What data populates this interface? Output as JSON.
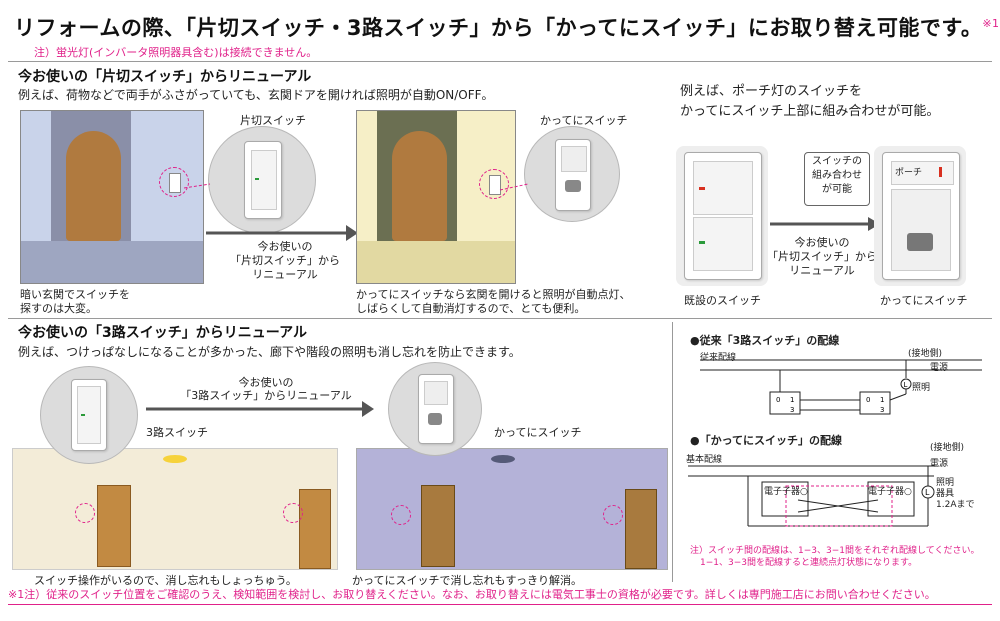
{
  "header": {
    "title": "リフォームの際、「片切スイッチ・3路スイッチ」から「かってにスイッチ」にお取り替え可能です。",
    "title_mark": "※1",
    "note": "注）蛍光灯(インバータ照明器具含む)は接続できません。"
  },
  "section1": {
    "title": "今お使いの「片切スイッチ」からリニューアル",
    "desc": "例えば、荷物などで両手がふさがっていても、玄関ドアを開ければ照明が自動ON/OFF。",
    "switch_label": "片切スイッチ",
    "arrow_lines": [
      "今お使いの",
      "「片切スイッチ」から",
      "リニューアル"
    ],
    "katteni_label": "かってにスイッチ",
    "cap_before": [
      "暗い玄関でスイッチを",
      "探すのは大変。"
    ],
    "cap_after": [
      "かってにスイッチなら玄関を開けると照明が自動点灯、",
      "しばらくして自動消灯するので、とても便利。"
    ]
  },
  "porch": {
    "desc": [
      "例えば、ポーチ灯のスイッチを",
      "かってにスイッチ上部に組み合わせが可能。"
    ],
    "bubble": [
      "スイッチの",
      "組み合わせ",
      "が可能"
    ],
    "arrow_lines": [
      "今お使いの",
      "「片切スイッチ」から",
      "リニューアル"
    ],
    "existing_label": "既設のスイッチ",
    "katteni_label": "かってにスイッチ",
    "porch_tag": "ポーチ"
  },
  "section2": {
    "title": "今お使いの「3路スイッチ」からリニューアル",
    "desc": "例えば、つけっぱなしになることが多かった、廊下や階段の照明も消し忘れを防止できます。",
    "arrow_lines": [
      "今お使いの",
      "「3路スイッチ」からリニューアル"
    ],
    "switch_label": "3路スイッチ",
    "katteni_label": "かってにスイッチ",
    "cap_before": "スイッチ操作がいるので、消し忘れもしょっちゅう。",
    "cap_after": "かってにスイッチで消し忘れもすっきり解消。"
  },
  "wiring": {
    "conv_title": "●従来「3路スイッチ」の配線",
    "conv_wiring": "従来配線",
    "ground": "(接地側)",
    "power": "電源",
    "light": "照明",
    "lamp_symbol": "L",
    "terminal_labels": [
      "0",
      "1",
      "3",
      "0",
      "1",
      "3"
    ],
    "katteni_title": "●「かってにスイッチ」の配線",
    "basic_wiring": "基本配線",
    "ground2": "(接地側)",
    "power2": "電源",
    "child_label_1": "電子子器○",
    "child_label_2": "電子子器○",
    "fixture": [
      "照明",
      "器具",
      "1.2Aまで"
    ],
    "note": [
      "注）スイッチ間の配線は、1−3、3−1間をそれぞれ配線してください。",
      "1−1、3−3間を配線すると連続点灯状態になります。"
    ]
  },
  "footnote": "※1注）従来のスイッチ位置をご確認のうえ、検知範囲を検討し、お取り替えください。なお、お取り替えには電気工事士の資格が必要です。詳しくは専門施工店にお問い合わせください。",
  "colors": {
    "accent_pink": "#e0218a",
    "wall_blue": "#c9d3ea",
    "wall_warm": "#f6efc7",
    "arrow_gray": "#555555"
  }
}
